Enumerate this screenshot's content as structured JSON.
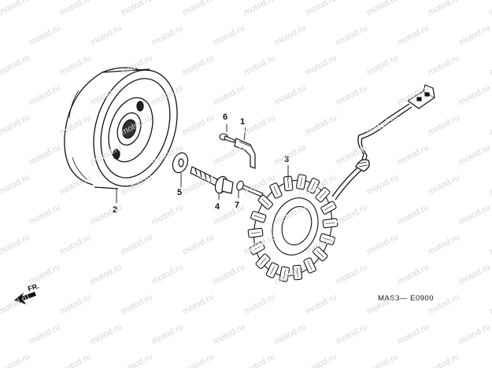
{
  "watermark": {
    "text": "motod.ru",
    "color": "#d6d6d6"
  },
  "direction": {
    "label": "FR.",
    "icon": "arrow-down-left-icon"
  },
  "diagram_code": "MAS3— E0900",
  "callouts": [
    {
      "id": "bracket",
      "number": "1"
    },
    {
      "id": "flywheel",
      "number": "2"
    },
    {
      "id": "stator",
      "number": "3"
    },
    {
      "id": "flange-bolt",
      "number": "4"
    },
    {
      "id": "washer",
      "number": "5"
    },
    {
      "id": "bracket-screw",
      "number": "6"
    },
    {
      "id": "stator-bolt",
      "number": "7"
    }
  ],
  "colors": {
    "line": "#111111",
    "background": "#ffffff"
  }
}
